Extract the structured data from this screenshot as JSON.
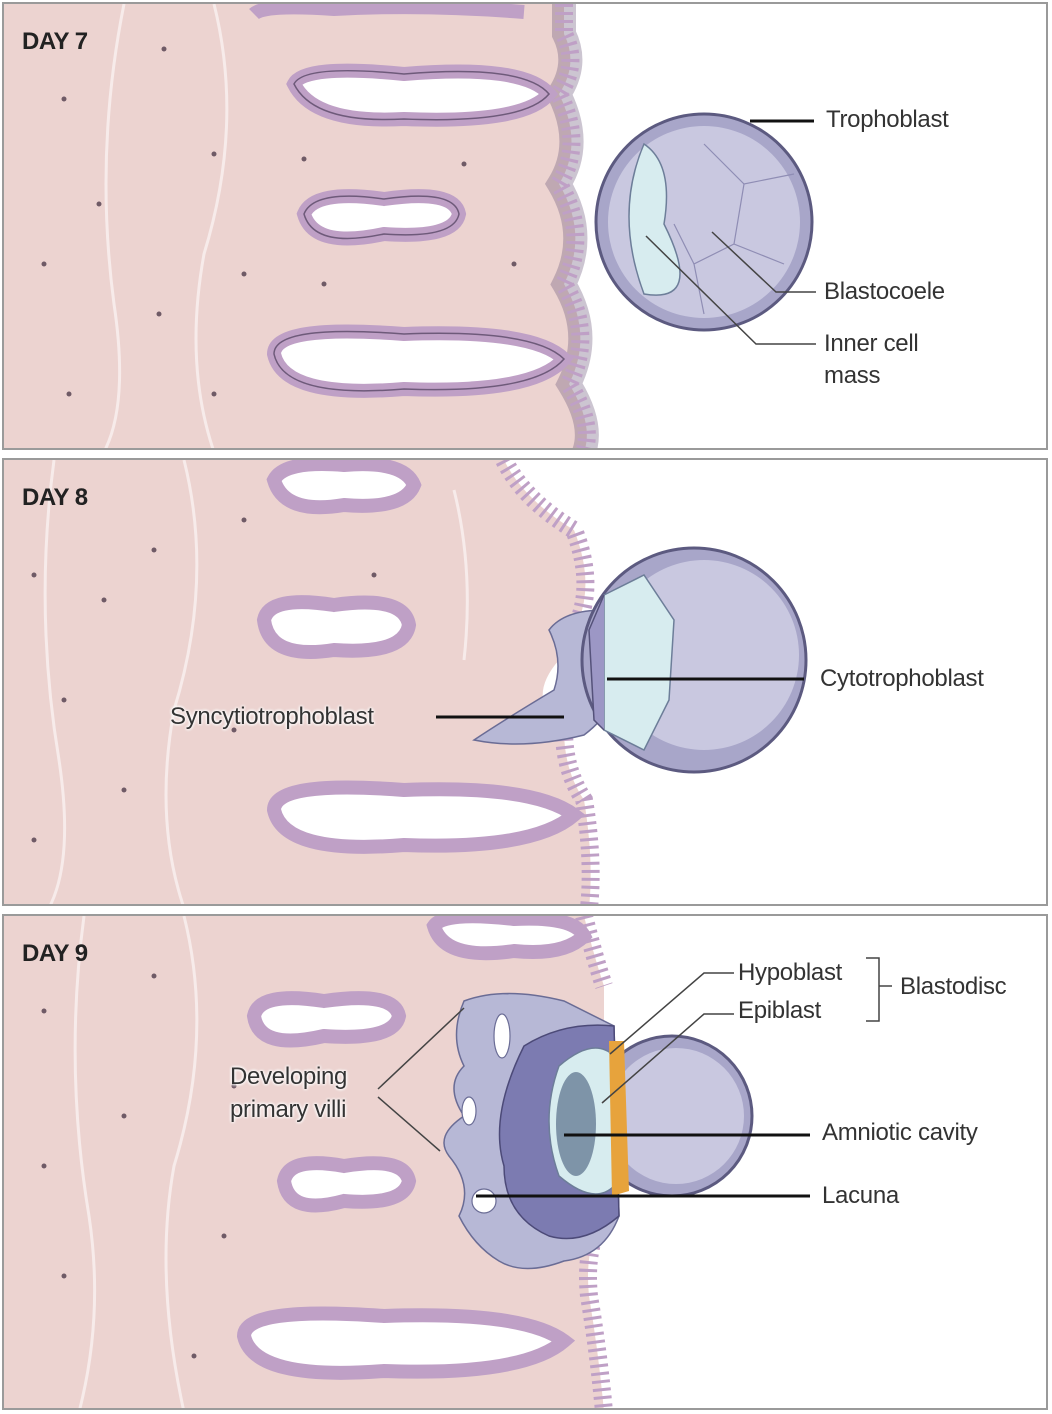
{
  "panels": [
    {
      "day": "DAY 7",
      "labels": {
        "trophoblast": "Trophoblast",
        "blastocoele": "Blastocoele",
        "inner_cell_mass_1": "Inner cell",
        "inner_cell_mass_2": "mass"
      }
    },
    {
      "day": "DAY 8",
      "labels": {
        "cytotrophoblast": "Cytotrophoblast",
        "syncytiotrophoblast": "Syncytiotrophoblast"
      }
    },
    {
      "day": "DAY 9",
      "labels": {
        "hypoblast": "Hypoblast",
        "epiblast": "Epiblast",
        "blastodisc": "Blastodisc",
        "developing_1": "Developing",
        "developing_2": "primary villi",
        "amniotic_cavity": "Amniotic cavity",
        "lacuna": "Lacuna"
      }
    }
  ],
  "colors": {
    "stroma": "#ecd3d0",
    "epithelium": "#bfa0c6",
    "epithelium_edge": "#6e5a7a",
    "blastocyst": "#a8a6c9",
    "inner_cells": "#d7ecef",
    "syncytio": "#b7b8d6",
    "amnion": "#7e94a8",
    "hypoblast": "#e7a33c"
  }
}
